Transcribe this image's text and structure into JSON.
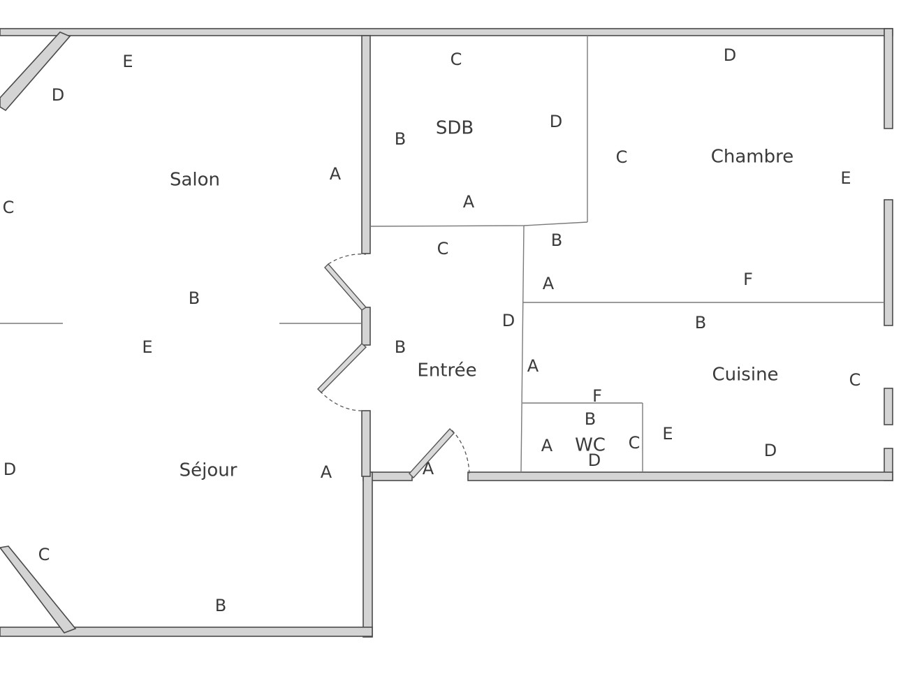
{
  "rooms": {
    "salon": "Salon",
    "sejour": "Séjour",
    "sdb": "SDB",
    "chambre": "Chambre",
    "entree": "Entrée",
    "cuisine": "Cuisine",
    "wc": "WC"
  },
  "wall_letters": {
    "salon_top": "E",
    "salon_diag": "D",
    "salon_left": "C",
    "salon_right": "A",
    "salon_center": "B",
    "sejour_top": "E",
    "sejour_left": "D",
    "sejour_right": "A",
    "sejour_diag": "C",
    "sejour_bottom": "B",
    "sdb_top": "C",
    "sdb_left": "B",
    "sdb_right": "D",
    "sdb_bottom": "A",
    "chambre_top": "D",
    "chambre_left": "C",
    "chambre_right": "E",
    "chambre_corridor": "B",
    "chambre_lower_left": "A",
    "chambre_bottom": "F",
    "entree_top": "C",
    "entree_left": "B",
    "entree_right": "D",
    "entree_bottom": "A",
    "cuisine_top": "B",
    "cuisine_left": "A",
    "cuisine_right": "C",
    "cuisine_wc_side": "E",
    "cuisine_bottom": "D",
    "wc_top_f": "F",
    "wc_top_b": "B",
    "wc_left": "A",
    "wc_right": "C",
    "wc_bottom": "D"
  }
}
